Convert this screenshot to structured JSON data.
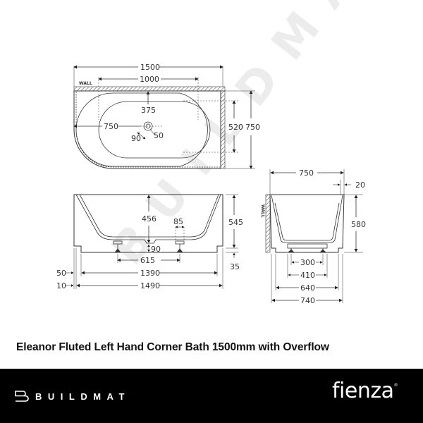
{
  "product": {
    "title": "Eleanor Fluted Left Hand Corner Bath 1500mm with Overflow"
  },
  "footer": {
    "left_logo": "BUILDMAT",
    "right_logo": "fienza",
    "right_logo_mark": "®",
    "background": "#000000"
  },
  "watermark": "BUILDMAT",
  "plan_view": {
    "wall_label": "WALL",
    "overall_length": "1500",
    "inner_length": "1000",
    "waste_from_wall": "375",
    "waste_from_end": "750",
    "waste_diameter_90": "90",
    "waste_diameter_50": "50",
    "inner_width": "520",
    "overall_width": "750"
  },
  "front_elevation": {
    "inner_depth": "456",
    "foot_width": "85",
    "waste_height": "90",
    "overall_height": "545",
    "plinth_height": "35",
    "feet_spacing": "615",
    "plinth_offset": "50",
    "plinth_length": "1390",
    "base_offset": "10",
    "base_length": "1490"
  },
  "end_elevation": {
    "wall_label": "WALL",
    "overall_width": "750",
    "rim_offset": "20",
    "overall_height": "580",
    "feet_spacing": "300",
    "frame_width": "410",
    "plinth_width": "640",
    "base_width": "740"
  }
}
